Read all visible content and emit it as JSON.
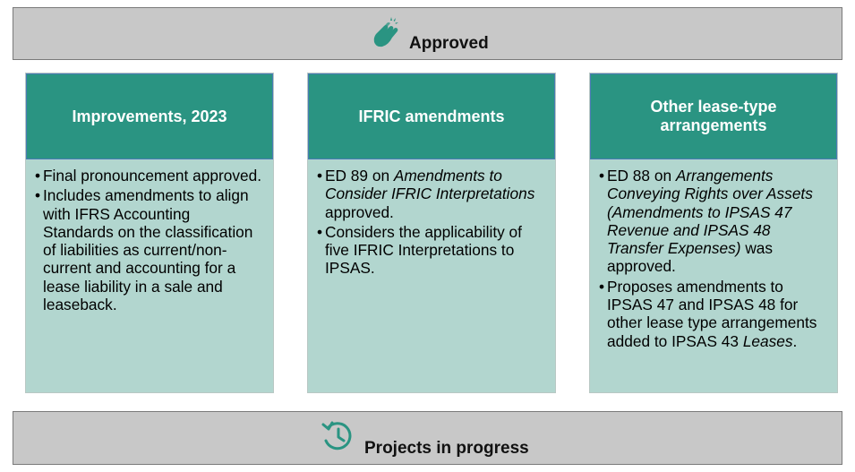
{
  "top_banner": {
    "label": "Approved",
    "icon": "clapping-hands-icon",
    "color": "#c8c8c8"
  },
  "bottom_banner": {
    "label": "Projects in progress",
    "icon": "clock-refresh-icon"
  },
  "colors": {
    "header_teal": "#2a9482",
    "body_teal": "#b2d6cf",
    "icon_green": "#2a9482"
  },
  "cards": [
    {
      "title": "Improvements, 2023",
      "bullets": [
        [
          "Final pronouncement approved."
        ],
        [
          "Includes amendments to align with IFRS Accounting Standards on the classification of liabilities as current/non-current and accounting for a lease liability in a sale and leaseback."
        ]
      ]
    },
    {
      "title": "IFRIC amendments",
      "bullets": [
        [
          "ED 89 on ",
          "Amendments to Consider IFRIC Interpretations",
          " approved."
        ],
        [
          "Considers the applicability of five IFRIC Interpretations to IPSAS."
        ]
      ]
    },
    {
      "title": "Other lease-type arrangements",
      "bullets": [
        [
          "ED 88 on ",
          "Arrangements Conveying Rights over Assets (Amendments to IPSAS 47 Revenue and IPSAS 48 Transfer Expenses)",
          " was approved."
        ],
        [
          "Proposes amendments to IPSAS 47 and IPSAS 48 for other lease type arrangements added to IPSAS 43 ",
          "Leases",
          "."
        ]
      ]
    }
  ]
}
